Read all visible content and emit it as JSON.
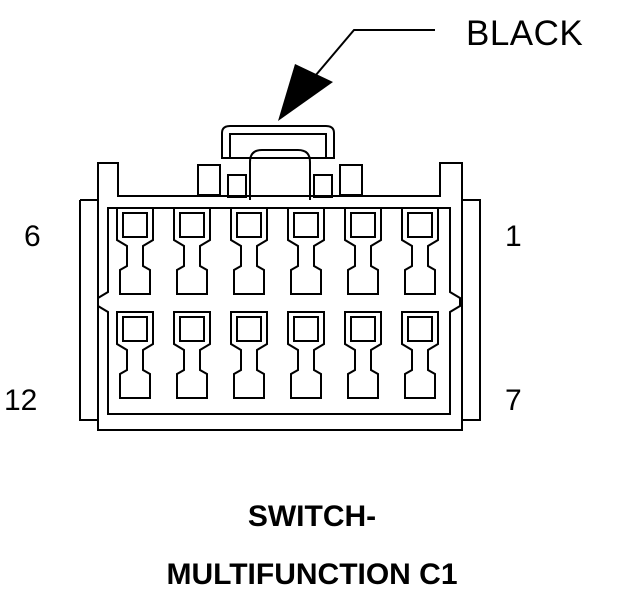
{
  "connector": {
    "color_label": "BLACK",
    "pins": {
      "top_left": "6",
      "top_right": "1",
      "bottom_left": "12",
      "bottom_right": "7"
    },
    "title_line1": "SWITCH-",
    "title_line2": "MULTIFUNCTION C1",
    "cavity_count": 12,
    "rows": 2,
    "cavities_per_row": 6
  },
  "colors": {
    "ink": "#000000",
    "background": "#ffffff"
  }
}
